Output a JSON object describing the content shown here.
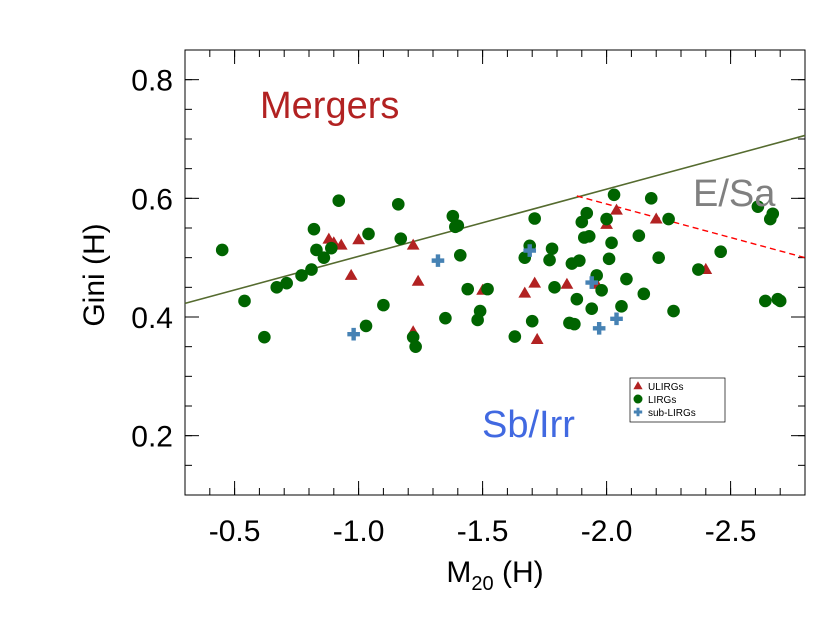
{
  "chart_data": {
    "type": "scatter",
    "xlabel_main": "M",
    "xlabel_sub": "20",
    "xlabel_tail": " (H)",
    "ylabel": "Gini (H)",
    "xlim": [
      -0.3,
      -2.8
    ],
    "ylim": [
      0.1,
      0.85
    ],
    "x_ticks": [
      -0.5,
      -1.0,
      -1.5,
      -2.0,
      -2.5
    ],
    "x_tick_labels": [
      "-0.5",
      "-1.0",
      "-1.5",
      "-2.0",
      "-2.5"
    ],
    "y_ticks": [
      0.2,
      0.4,
      0.6,
      0.8
    ],
    "y_tick_labels": [
      "0.2",
      "0.4",
      "0.6",
      "0.8"
    ],
    "region_labels": {
      "mergers": "Mergers",
      "e_sa": "E/Sa",
      "sb_irr": "Sb/Irr"
    },
    "colors": {
      "ulirg": "#b22222",
      "lirg": "#006400",
      "sub_lirg": "#4682b4",
      "merger_line": "#556b2f",
      "esa_line": "#ff0000",
      "mergers_text": "#b22222",
      "esa_text": "#808080",
      "sbirr_text": "#4169e1"
    },
    "lines": [
      {
        "name": "merger-line",
        "x": [
          -0.3,
          -2.8
        ],
        "y": [
          0.423,
          0.706
        ]
      },
      {
        "name": "esa-line",
        "x": [
          -1.88,
          -2.8
        ],
        "y": [
          0.604,
          0.5
        ]
      }
    ],
    "legend": {
      "position": "bottom-right",
      "items": [
        "ULIRGs",
        "LIRGs",
        "sub-LIRGs"
      ]
    },
    "series": [
      {
        "name": "ULIRGs",
        "marker": "triangle",
        "x": [
          -0.88,
          -0.9,
          -0.93,
          -0.97,
          -1.0,
          -1.22,
          -1.22,
          -1.24,
          -1.5,
          -1.67,
          -1.71,
          -1.72,
          -1.84,
          -1.96,
          -2.0,
          -2.04,
          -2.2,
          -2.4
        ],
        "y": [
          0.531,
          0.525,
          0.521,
          0.47,
          0.53,
          0.521,
          0.375,
          0.46,
          0.445,
          0.44,
          0.457,
          0.362,
          0.455,
          0.455,
          0.556,
          0.58,
          0.565,
          0.48
        ]
      },
      {
        "name": "LIRGs",
        "marker": "circle",
        "x": [
          -0.45,
          -0.54,
          -0.62,
          -0.67,
          -0.71,
          -0.77,
          -0.81,
          -0.82,
          -0.83,
          -0.86,
          -0.89,
          -0.92,
          -1.03,
          -1.04,
          -1.1,
          -1.16,
          -1.17,
          -1.22,
          -1.23,
          -1.35,
          -1.38,
          -1.39,
          -1.4,
          -1.41,
          -1.44,
          -1.48,
          -1.49,
          -1.52,
          -1.63,
          -1.67,
          -1.69,
          -1.7,
          -1.71,
          -1.77,
          -1.78,
          -1.79,
          -1.85,
          -1.86,
          -1.87,
          -1.88,
          -1.89,
          -1.9,
          -1.91,
          -1.92,
          -1.93,
          -1.94,
          -1.96,
          -1.98,
          -2.0,
          -2.01,
          -2.02,
          -2.03,
          -2.06,
          -2.08,
          -2.13,
          -2.15,
          -2.18,
          -2.21,
          -2.25,
          -2.27,
          -2.37,
          -2.46,
          -2.61,
          -2.64,
          -2.66,
          -2.67,
          -2.69,
          -2.7
        ],
        "y": [
          0.513,
          0.427,
          0.366,
          0.45,
          0.457,
          0.47,
          0.48,
          0.548,
          0.513,
          0.5,
          0.516,
          0.596,
          0.385,
          0.54,
          0.42,
          0.59,
          0.532,
          0.366,
          0.35,
          0.398,
          0.57,
          0.552,
          0.554,
          0.504,
          0.447,
          0.395,
          0.41,
          0.447,
          0.367,
          0.5,
          0.52,
          0.393,
          0.566,
          0.496,
          0.515,
          0.45,
          0.39,
          0.49,
          0.388,
          0.43,
          0.495,
          0.56,
          0.534,
          0.575,
          0.536,
          0.414,
          0.47,
          0.445,
          0.565,
          0.498,
          0.525,
          0.606,
          0.418,
          0.464,
          0.537,
          0.439,
          0.6,
          0.5,
          0.565,
          0.41,
          0.48,
          0.51,
          0.586,
          0.427,
          0.565,
          0.574,
          0.43,
          0.427
        ]
      },
      {
        "name": "sub-LIRGs",
        "marker": "plus",
        "x": [
          -0.98,
          -1.32,
          -1.69,
          -1.94,
          -1.97,
          -2.04
        ],
        "y": [
          0.371,
          0.495,
          0.512,
          0.458,
          0.381,
          0.397
        ]
      }
    ]
  }
}
